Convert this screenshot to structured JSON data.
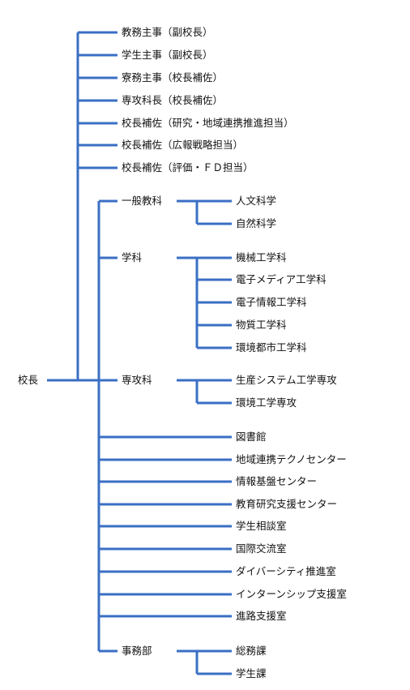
{
  "line_color": "#3a6fc4",
  "text_color": "#111111",
  "root": {
    "label": "校長"
  },
  "staff": [
    {
      "label": "教務主事（副校長）"
    },
    {
      "label": "学生主事（副校長）"
    },
    {
      "label": "寮務主事（校長補佐）"
    },
    {
      "label": "専攻科長（校長補佐）"
    },
    {
      "label": "校長補佐（研究・地域連携推進担当）"
    },
    {
      "label": "校長補佐（広報戦略担当）"
    },
    {
      "label": "校長補佐（評価・ＦＤ担当）"
    }
  ],
  "divisions": [
    {
      "label": "一般教科",
      "children": [
        "人文科学",
        "自然科学"
      ]
    },
    {
      "label": "学科",
      "children": [
        "機械工学科",
        "電子メディア工学科",
        "電子情報工学科",
        "物質工学科",
        "環境都市工学科"
      ]
    },
    {
      "label": "専攻科",
      "children": [
        "生産システム工学専攻",
        "環境工学専攻"
      ]
    }
  ],
  "facilities": [
    {
      "label": "図書館"
    },
    {
      "label": "地域連携テクノセンター"
    },
    {
      "label": "情報基盤センター"
    },
    {
      "label": "教育研究支援センター"
    },
    {
      "label": "学生相談室"
    },
    {
      "label": "国際交流室"
    },
    {
      "label": "ダイバーシティ推進室"
    },
    {
      "label": "インターンシップ支援室"
    },
    {
      "label": "進路支援室"
    }
  ],
  "office": {
    "label": "事務部",
    "children": [
      "総務課",
      "学生課"
    ]
  }
}
